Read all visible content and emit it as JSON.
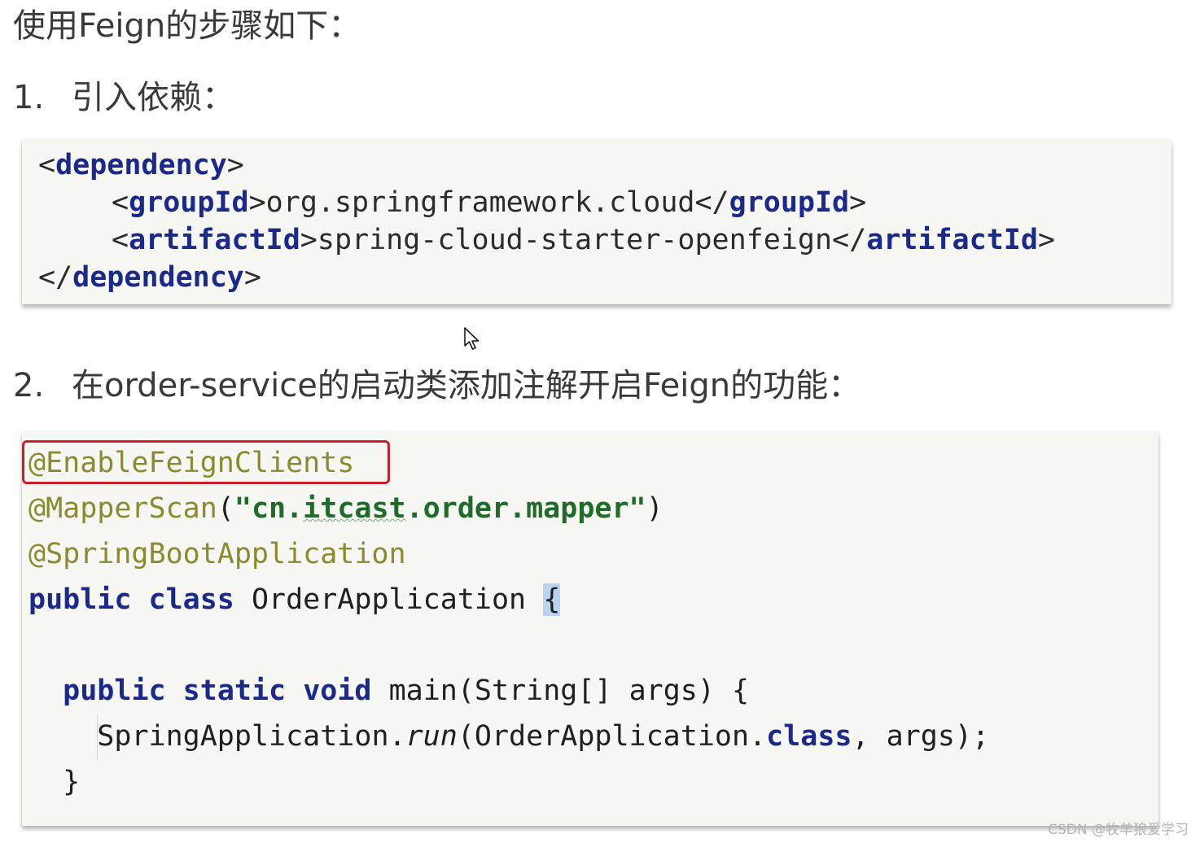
{
  "title": "使用Feign的步骤如下：",
  "steps": [
    {
      "num": "1.",
      "text": "引入依赖："
    },
    {
      "num": "2.",
      "text": "在order-service的启动类添加注解开启Feign的功能："
    }
  ],
  "xml_code": {
    "dep_tag": "dependency",
    "group_tag": "groupId",
    "group_value": "org.springframework.cloud",
    "artifact_tag": "artifactId",
    "artifact_value": "spring-cloud-starter-openfeign"
  },
  "java_code": {
    "anno_enable": "@EnableFeignClients",
    "anno_mapper": "@MapperScan",
    "mapper_pkg_head": "cn.",
    "mapper_pkg_mid": "itcast",
    "mapper_pkg_tail": ".order.mapper",
    "anno_boot": "@SpringBootApplication",
    "kw_public": "public",
    "kw_class": "class",
    "class_name": "OrderApplication",
    "kw_static": "static",
    "kw_void": "void",
    "main_sig": "main(String[] args) {",
    "run_owner": "SpringApplication.",
    "run_method": "run",
    "run_arg": "(OrderApplication.",
    "run_tail": ", args);"
  },
  "watermark": "CSDN @牧羊狼爱学习"
}
